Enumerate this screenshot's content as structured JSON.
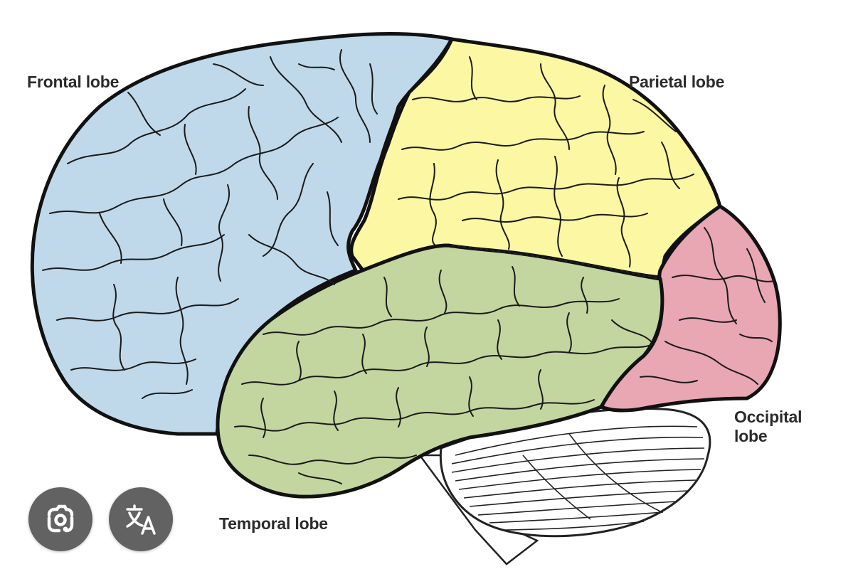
{
  "labels": {
    "frontal": "Frontal lobe",
    "parietal": "Parietal lobe",
    "temporal": "Temporal lobe",
    "occipital_line1": "Occipital",
    "occipital_line2": "lobe"
  },
  "colors": {
    "frontal": "#bfd9ea",
    "parietal": "#fbf7a2",
    "temporal": "#c3d69f",
    "occipital": "#e9a6b3",
    "cerebellum": "#ffffff",
    "outline": "#111111",
    "overlay_button": "#5a5a5a"
  },
  "overlay_buttons": [
    {
      "icon": "lens-camera-icon"
    },
    {
      "icon": "translate-icon"
    }
  ]
}
